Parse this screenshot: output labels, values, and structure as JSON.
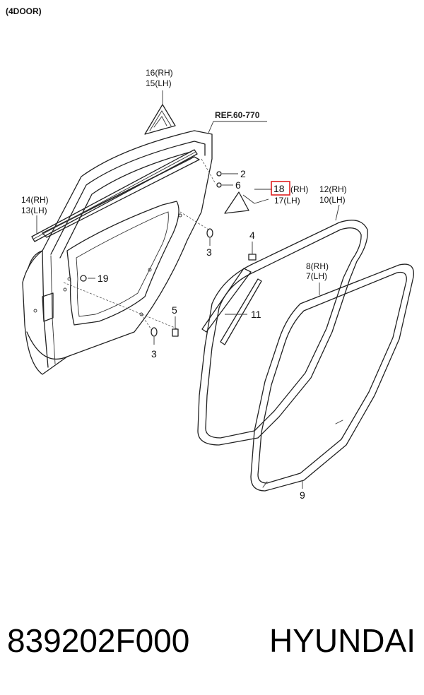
{
  "diagram": {
    "title": "(4DOOR)",
    "ref": "REF.60-770",
    "callouts": {
      "c16": "16(RH)",
      "c15": "15(LH)",
      "c14": "14(RH)",
      "c13": "13(LH)",
      "c2": "2",
      "c6": "6",
      "c18": "18",
      "c18_side": "(RH)",
      "c17": "17(LH)",
      "c12": "12(RH)",
      "c10": "10(LH)",
      "c3a": "3",
      "c4": "4",
      "c8": "8(RH)",
      "c7": "7(LH)",
      "c19": "19",
      "c11": "11",
      "c5": "5",
      "c3b": "3",
      "c9": "9"
    },
    "highlight_color": "#e02020"
  },
  "footer": {
    "part_number": "839202F000",
    "brand": "HYUNDAI"
  }
}
